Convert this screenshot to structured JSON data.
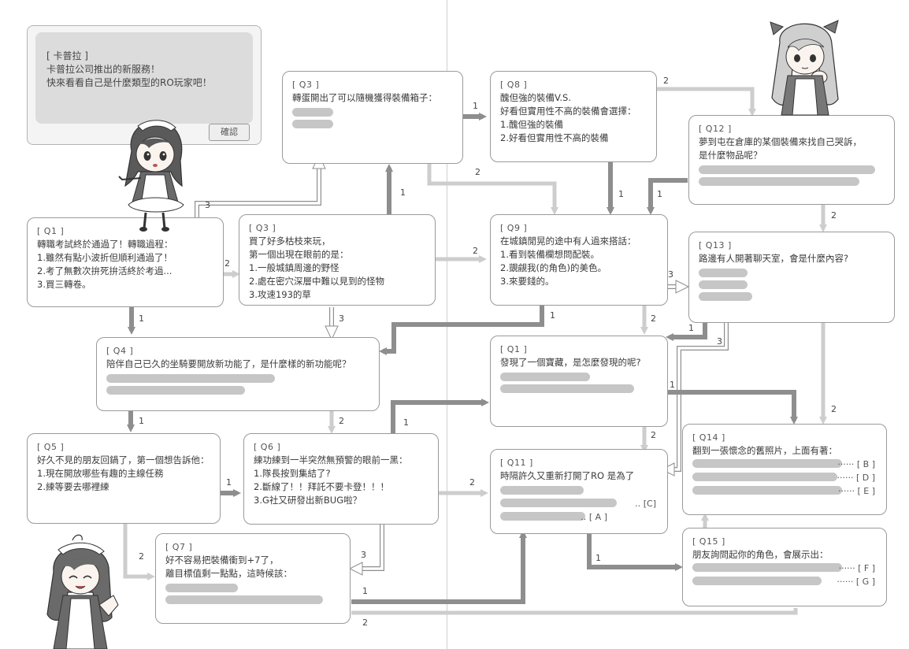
{
  "intro": {
    "speaker": "[ 卡普拉 ]",
    "line1": "卡普拉公司推出的新服務！",
    "line2": "快來看看自己是什麼類型的RO玩家吧！",
    "confirm_label": "確認"
  },
  "nodes": {
    "q1": {
      "id": "[ Q1 ]",
      "question": "轉職考試終於通過了！轉職過程：",
      "options": [
        "1.雖然有點小波折但順利通過了！",
        "2.考了無數次拚死拚活終於考過...",
        "3.買三轉卷。"
      ]
    },
    "q3a": {
      "id": "[ Q3 ]",
      "question": "轉蛋開出了可以隨機獲得裝備箱子："
    },
    "q3b": {
      "id": "[ Q3 ]",
      "question": "買了好多枯枝來玩，",
      "question2": "第一個出現在眼前的是：",
      "options": [
        "1.一般城鎮周邊的野怪",
        "2.處在密穴深層中難以見到的怪物",
        "3.攻速193的草"
      ]
    },
    "q4": {
      "id": "[ Q4 ]",
      "question": "陪伴自己已久的坐騎要開放新功能了，是什麼樣的新功能呢？"
    },
    "q5": {
      "id": "[ Q5 ]",
      "question": "好久不見的朋友回鍋了，第一個想告訴他：",
      "options": [
        "1.現在開放哪些有趣的主線任務",
        "2.練等要去哪裡練"
      ]
    },
    "q6": {
      "id": "[ Q6 ]",
      "question": "練功練到一半突然無預警的眼前一黑：",
      "options": [
        "1.隊長按到集結了?",
        "2.斷線了！！拜託不要卡登！！！",
        "3.G社又研發出新BUG啦？"
      ]
    },
    "q7": {
      "id": "[ Q7 ]",
      "question": "好不容易把裝備衝到+7了，",
      "question2": "離目標值剩一點點，這時候該："
    },
    "q8": {
      "id": "[ Q8 ]",
      "question": "醜但強的裝備V.S.",
      "question2": "好看但實用性不高的裝備會選擇：",
      "options": [
        "1.醜但強的裝備",
        "2.好看但實用性不高的裝備"
      ]
    },
    "q9": {
      "id": "[ Q9 ]",
      "question": "在城鎮閒晃的途中有人過來搭話：",
      "options": [
        "1.看到裝備欄想問配裝。",
        "2.覬覦我(的角色)的美色。",
        "3.來要錢的。"
      ]
    },
    "q1b": {
      "id": "[ Q1 ]",
      "question": "發現了一個寶藏，是怎麼發現的呢?"
    },
    "q11": {
      "id": "[ Q11 ]",
      "question": "時隔許久又重新打開了RO 是為了",
      "tags": [
        "‥ [C]",
        "‥ [ A ]"
      ]
    },
    "q12": {
      "id": "[ Q12 ]",
      "question": "夢到屯在倉庫的某個裝備來找自己哭訴，",
      "question2": "是什麼物品呢？"
    },
    "q13": {
      "id": "[ Q13 ]",
      "question": "路邊有人開著聊天室，會是什麼內容?"
    },
    "q14": {
      "id": "[ Q14 ]",
      "question": "翻到一張懷念的舊照片，上面有著：",
      "tags": [
        "······ [ B ]",
        "······ [ D ]",
        "······ [ E ]"
      ]
    },
    "q15": {
      "id": "[ Q15 ]",
      "question": "朋友詢問起你的角色，會展示出：",
      "tags": [
        "······ [ F ]",
        "······ [ G ]"
      ]
    }
  },
  "edge_labels": {
    "q1_to_q3a": "3",
    "q1_to_q3b": "2",
    "q1_to_q4": "1",
    "q3b_to_q3a": "1",
    "q3b_to_q9": "2",
    "q3b_to_q4": "3",
    "q3a_to_q8": "1",
    "q3a_to_q9": "2",
    "q8_to_q12": "2",
    "q8_to_q9": "1",
    "q12_to_q9": "1",
    "q12_to_q13": "2",
    "q9_to_q4": "1",
    "q9_to_q13": "3",
    "q9_to_q1b": "2",
    "q13_to_q1b": "1",
    "q13_to_q11": "3",
    "q13_to_q14": "2",
    "q4_to_q5": "1",
    "q4_to_q6": "2",
    "q5_to_q6": "1",
    "q5_to_q7": "2",
    "q6_to_q1b": "1",
    "q6_to_q11": "2",
    "q6_to_q7": "3",
    "q7_to_q11": "1",
    "q7_to_q15": "2",
    "q1b_to_q14": "1",
    "q1b_to_q11": "2",
    "q11_to_q15": "1"
  }
}
